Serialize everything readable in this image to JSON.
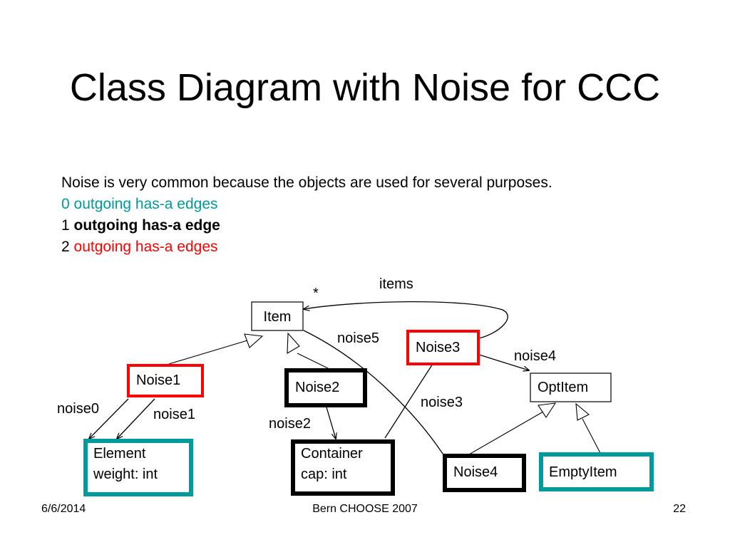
{
  "slide": {
    "title": "Class Diagram with Noise for CCC",
    "lines": [
      {
        "parts": [
          "Noise is very common because the objects are used for several purposes."
        ]
      },
      {
        "parts": [
          "0 outgoing has-a edges"
        ]
      },
      {
        "parts": [
          "1 ",
          "outgoing has-a edge"
        ]
      },
      {
        "parts": [
          "2 ",
          "outgoing has-a edges"
        ]
      }
    ],
    "footer": {
      "date": "6/6/2014",
      "center": "Bern CHOOSE 2007",
      "page": "22"
    }
  },
  "diagram": {
    "colors": {
      "teal": "#009a9a",
      "red": "#ff0000",
      "black": "#000000"
    },
    "classes": {
      "item": [
        "Item"
      ],
      "noise1": [
        "Noise1"
      ],
      "noise2": [
        "Noise2"
      ],
      "noise3": [
        "Noise3"
      ],
      "noise4": [
        "Noise4"
      ],
      "optitem": [
        "OptItem"
      ],
      "element": [
        "Element",
        "weight: int"
      ],
      "container": [
        "Container",
        "cap: int"
      ],
      "emptyitem": [
        "EmptyItem"
      ]
    },
    "edge_labels": {
      "items": "items",
      "star": "*",
      "noise0": "noise0",
      "noise1": "noise1",
      "noise2": "noise2",
      "noise3": "noise3",
      "noise4": "noise4",
      "noise5": "noise5"
    }
  }
}
